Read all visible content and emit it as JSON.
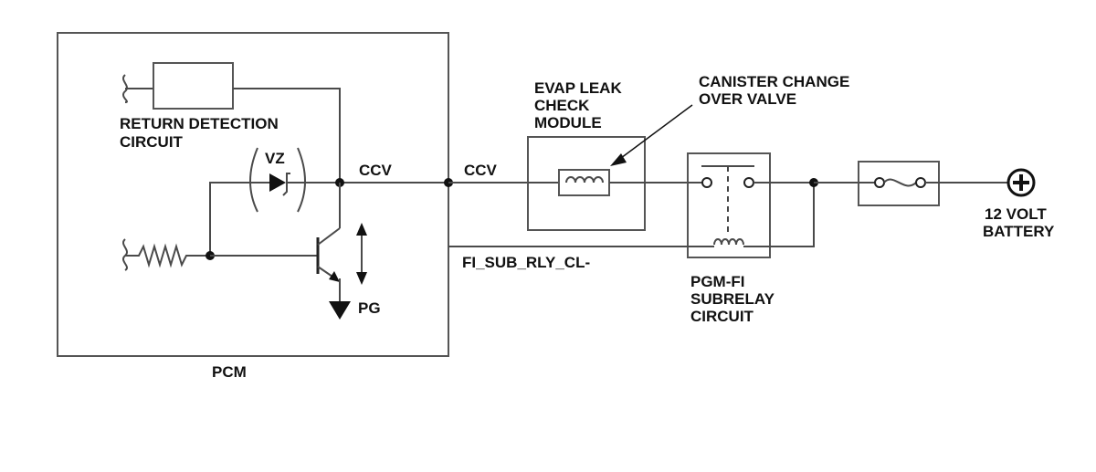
{
  "diagram": {
    "labels": {
      "return_detection": [
        "RETURN DETECTION",
        "CIRCUIT"
      ],
      "vz": "VZ",
      "ccv_internal": "CCV",
      "ccv_external": "CCV",
      "pg": "PG",
      "pcm": "PCM",
      "fi_sub_rly": "FI_SUB_RLY_CL-",
      "evap_module": [
        "EVAP LEAK",
        "CHECK",
        "MODULE"
      ],
      "canister_valve": [
        "CANISTER CHANGE",
        "OVER VALVE"
      ],
      "pgm_fi": [
        "PGM-FI",
        "SUBRELAY",
        "CIRCUIT"
      ],
      "battery": [
        "12 VOLT",
        "BATTERY"
      ]
    },
    "icons": [
      "diode-icon",
      "transistor-icon",
      "resistor-icon",
      "ground-icon",
      "coil-icon",
      "relay-icon",
      "fuse-icon",
      "battery-plus-icon"
    ],
    "colors": {
      "line": "#4a4a4a",
      "text": "#111111"
    }
  }
}
